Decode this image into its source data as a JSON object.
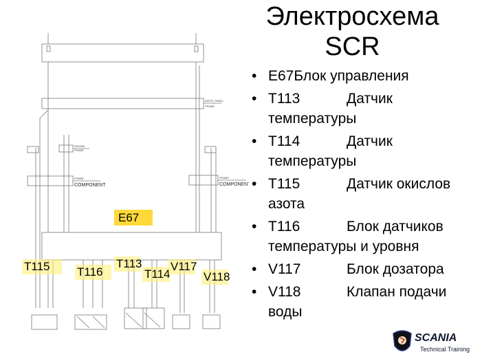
{
  "title": {
    "line1": "Электросхема",
    "line2": "SCR"
  },
  "bullets": [
    {
      "code": "E67",
      "text": "Блок управления"
    },
    {
      "code": "T113",
      "text": "Датчик температуры"
    },
    {
      "code": "T114",
      "text": "Датчик температуры"
    },
    {
      "code": "T115",
      "text": "Датчик окислов азота"
    },
    {
      "code": "T116",
      "text": "Блок датчиков температуры и уровня"
    },
    {
      "code": "V117",
      "text": "Блок дозатора"
    },
    {
      "code": "V118",
      "text": "Клапан подачи воды"
    }
  ],
  "diagram": {
    "labels": {
      "e67": "E67",
      "t115": "T115",
      "t116": "T116",
      "t113": "T113",
      "t114": "T114",
      "v117": "V117",
      "v118": "V118"
    },
    "connector_labels": {
      "instr_panel": "INSTR_PANEL",
      "frame": "FRAME",
      "engine": "ENGINE",
      "component": "COMPONENT"
    },
    "colors": {
      "label_highlight": "#fff07a",
      "e67_highlight": "#ffd93a"
    }
  },
  "logo": {
    "brand": "SCANIA",
    "sub": "Technical Training"
  }
}
